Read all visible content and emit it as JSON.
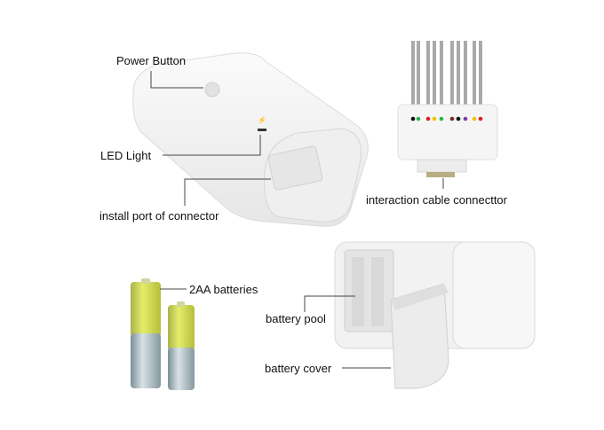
{
  "labels": {
    "power_button": "Power Button",
    "led_light": "LED Light",
    "install_port": "install port of connector",
    "cable_connector": "interaction cable connecttor",
    "batteries": "2AA batteries",
    "battery_pool": "battery pool",
    "battery_cover": "battery cover"
  },
  "colors": {
    "device": "#f4f4f4",
    "battery_green": "#d6e04a",
    "battery_silver": "#9fb3bd",
    "lead_colors": [
      "#111111",
      "#2bb24c",
      "#e02020",
      "#f2c400",
      "#2bb24c",
      "#7a2a1a",
      "#111111",
      "#7a3fa0",
      "#f2c400",
      "#e02020"
    ]
  }
}
